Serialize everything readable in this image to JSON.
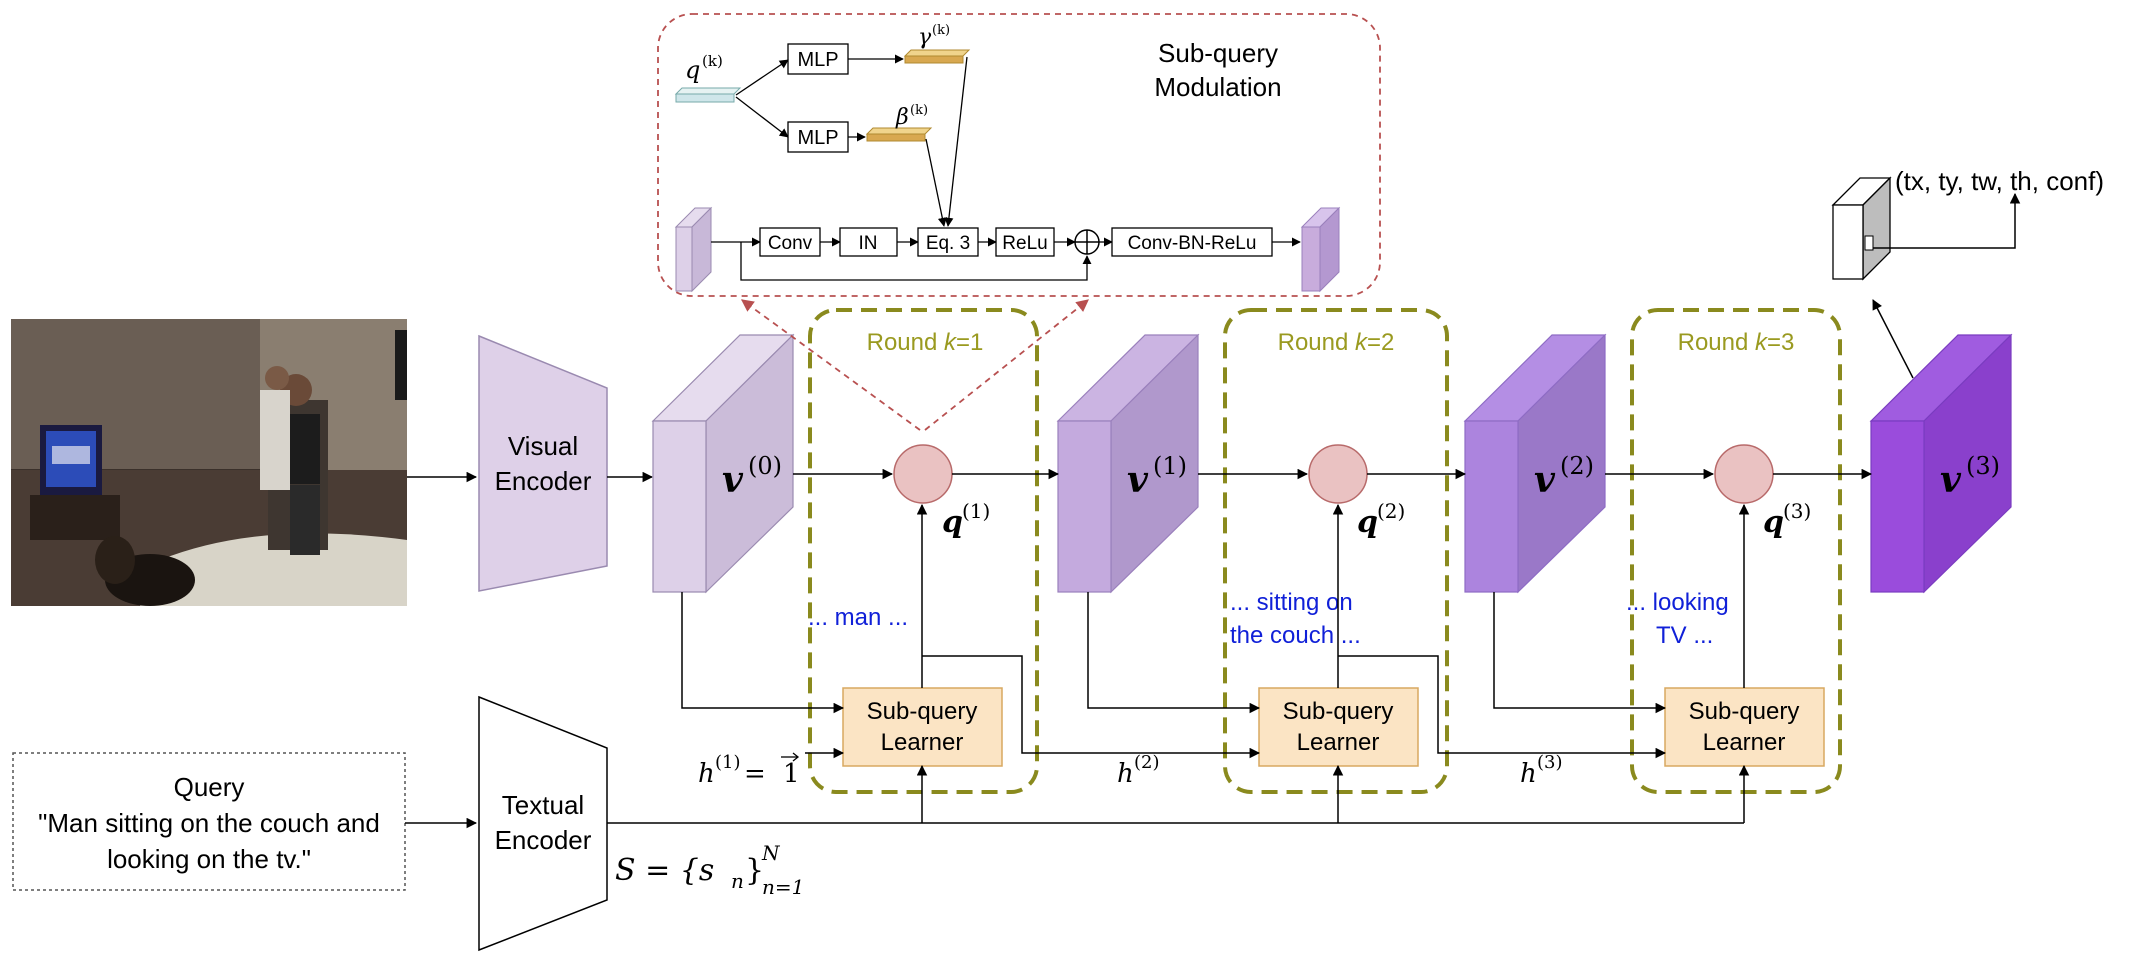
{
  "colors": {
    "olive": "#8a8a1e",
    "olive_text": "#9a9a20",
    "blue_text": "#1020d8",
    "red_dash": "#b85050",
    "circle_fill": "#eac2c2",
    "circle_stroke": "#b86a6a",
    "learner_fill": "#fbe4c4",
    "learner_stroke": "#d8a860",
    "gold": "#d8a850",
    "encoder_fill": "#ded0e8",
    "v0": "#d8cce4",
    "v1": "#c0a4dc",
    "v2": "#ac84dc",
    "v3": "#9848d8"
  },
  "photo": {
    "description_icon": "video-frame-image"
  },
  "visual_encoder": {
    "line1": "Visual",
    "line2": "Encoder"
  },
  "textual_encoder": {
    "line1": "Textual",
    "line2": "Encoder"
  },
  "query": {
    "title": "Query",
    "line1": "\"Man sitting on the couch and",
    "line2": "looking on the tv.\""
  },
  "features": [
    {
      "base": "v",
      "sup": "(0)"
    },
    {
      "base": "v",
      "sup": "(1)"
    },
    {
      "base": "v",
      "sup": "(2)"
    },
    {
      "base": "v",
      "sup": "(3)"
    }
  ],
  "rounds": [
    {
      "prefix": "Round ",
      "k": "k",
      "suffix": "=1",
      "subquery_sup": "(1)",
      "phrase_line1": "... man ...",
      "phrase_line2": "",
      "hidden_sup": "(1)"
    },
    {
      "prefix": "Round ",
      "k": "k",
      "suffix": "=2",
      "subquery_sup": "(2)",
      "phrase_line1": "... sitting on",
      "phrase_line2": "the couch ...",
      "hidden_sup": "(2)"
    },
    {
      "prefix": "Round ",
      "k": "k",
      "suffix": "=3",
      "subquery_sup": "(3)",
      "phrase_line1": "... looking",
      "phrase_line2": "TV ...",
      "hidden_sup": "(3)"
    }
  ],
  "learner": {
    "line1": "Sub-query",
    "line2": "Learner"
  },
  "h1_init": {
    "h": "h",
    "sup": "(1)",
    "eq": " = ",
    "one": "1"
  },
  "sentence": {
    "lhs": "S = {s",
    "sub_n": "n",
    "rbrace": "}",
    "sup_N": "N",
    "sub_range": "n=1"
  },
  "output_label": "(tx, ty, tw, th, conf)",
  "modulation": {
    "title_line1": "Sub-query",
    "title_line2": "Modulation",
    "q_base": "q",
    "q_sup": "(k)",
    "gamma": "γ",
    "beta": "β",
    "ksup": "(k)",
    "mlp": "MLP",
    "conv": "Conv",
    "in": "IN",
    "eq3": "Eq. 3",
    "relu": "ReLu",
    "cbr": "Conv-BN-ReLu",
    "plus": "⊕"
  },
  "q_base": "q"
}
